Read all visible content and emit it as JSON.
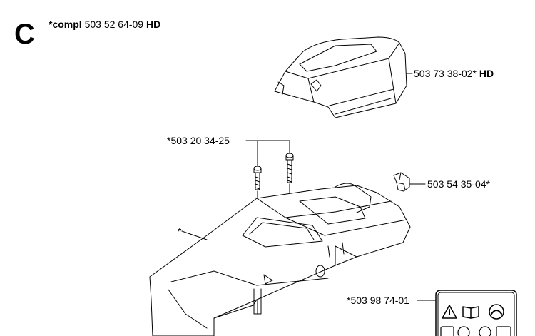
{
  "section": {
    "letter": "C",
    "kit_prefix": "*compl",
    "kit_number": "503 52 64-09",
    "kit_suffix": "HD"
  },
  "parts": [
    {
      "number": "503 73 38-02*",
      "suffix": "HD"
    },
    {
      "number": "*503 20 34-25",
      "suffix": ""
    },
    {
      "number": "503 54 35-04*",
      "suffix": ""
    },
    {
      "number": "*",
      "suffix": ""
    },
    {
      "number": "*503 98 74-01",
      "suffix": ""
    }
  ]
}
